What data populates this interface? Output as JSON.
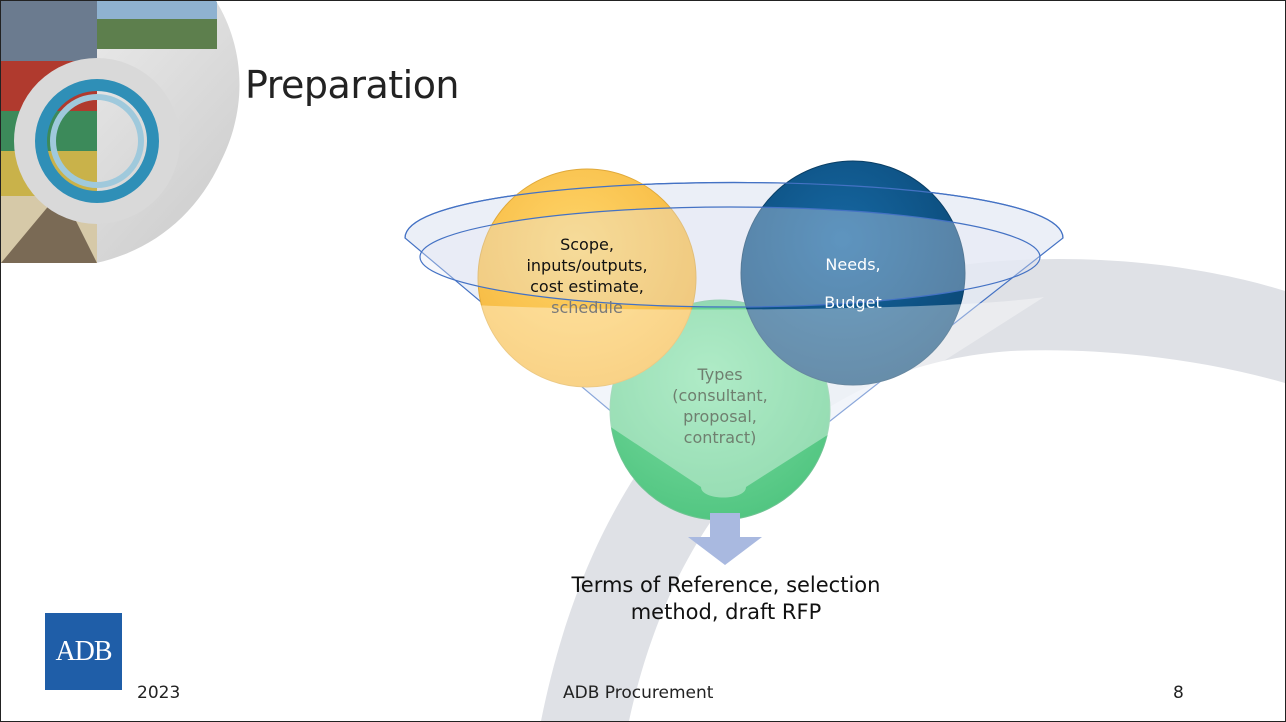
{
  "slide": {
    "title": "Preparation",
    "circles": [
      {
        "id": "scope",
        "lines": [
          "Scope,",
          "inputs/outputs,",
          "cost estimate,",
          "schedule"
        ],
        "color": "#fbc84a"
      },
      {
        "id": "needs",
        "lines": [
          "Needs,",
          "Budget"
        ],
        "color": "#0e5588"
      },
      {
        "id": "types",
        "lines": [
          "Types",
          "(consultant,",
          "proposal,",
          "contract)"
        ],
        "color": "#5fd08c"
      }
    ],
    "result": {
      "lines": [
        "Terms of Reference, selection",
        "method, draft RFP"
      ]
    },
    "logo_text": "ADB",
    "footer": {
      "year": "2023",
      "center": "ADB Procurement",
      "page": "8"
    },
    "colors": {
      "funnel_fill": "#dfe6f3",
      "funnel_stroke": "#4472c4",
      "arrow": "#a9b9e0",
      "arc": "#dfe1e6",
      "logo": "#1f5ea8"
    }
  }
}
